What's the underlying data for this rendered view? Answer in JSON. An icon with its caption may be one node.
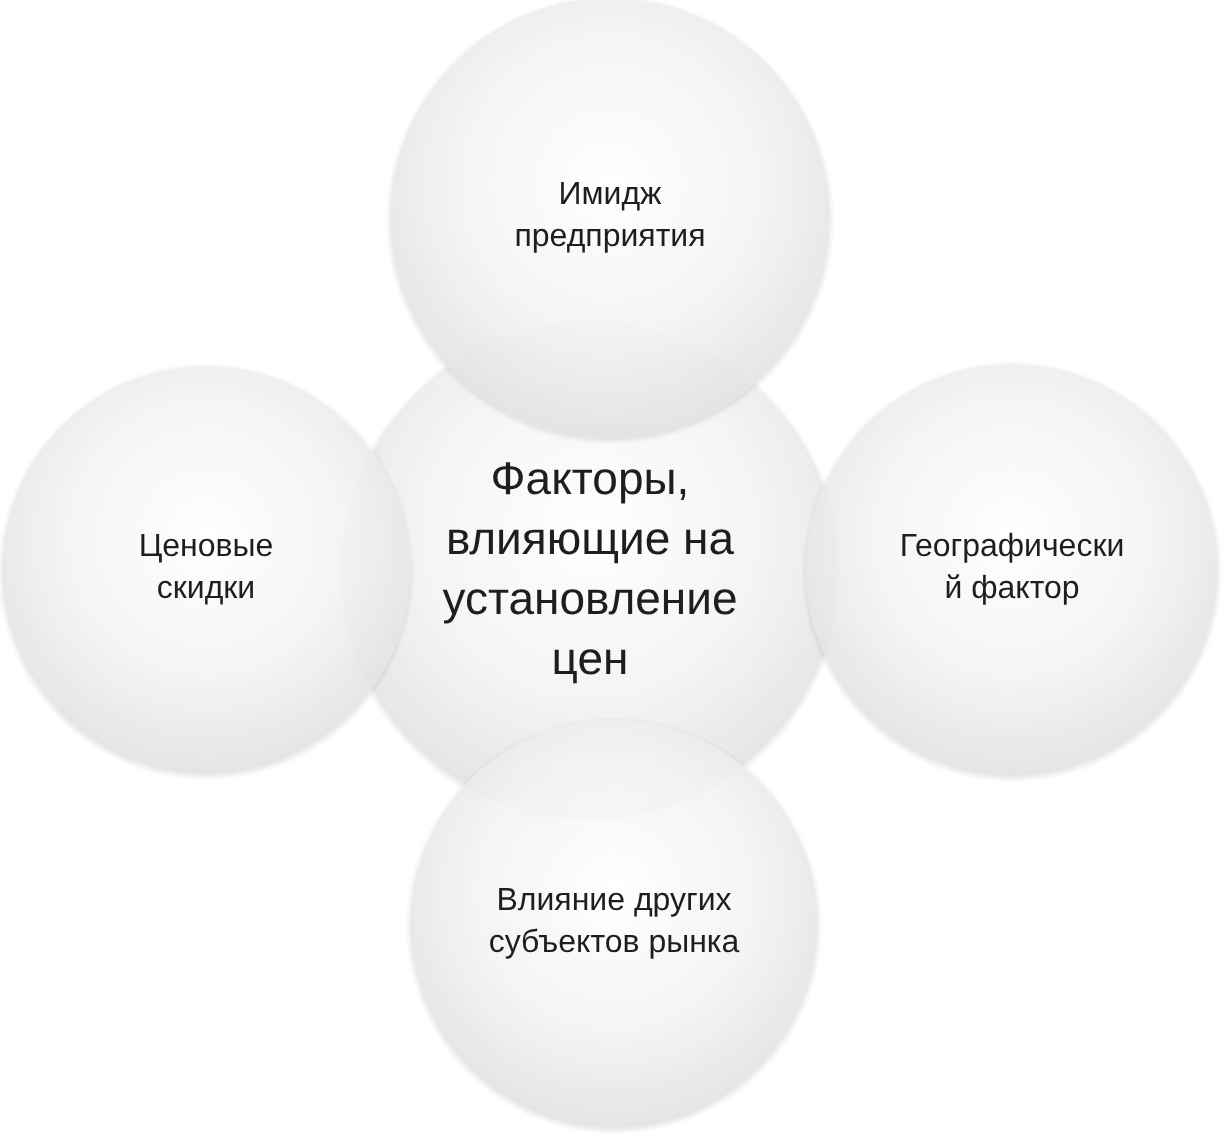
{
  "diagram": {
    "nodes": [
      {
        "text": [
          "Имидж предприятия"
        ]
      },
      {
        "text": [
          "Ценовые скидки"
        ]
      },
      {
        "text": [
          "Факторы, влияющие на установление цен"
        ]
      },
      {
        "text": [
          "Географически й фактор"
        ]
      },
      {
        "text": [
          "Влияние других субъектов рынка"
        ]
      }
    ]
  }
}
